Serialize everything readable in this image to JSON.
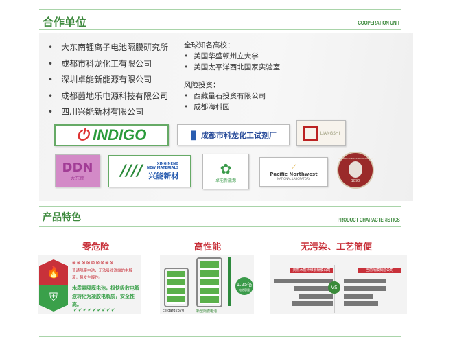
{
  "cooperation": {
    "title": "合作单位",
    "title_en": "COOPERATION UNIT",
    "partners": [
      "大东南锂离子电池隔膜研究所",
      "成都市科龙化工有限公司",
      "深圳卓能新能源有限公司",
      "成都茵地乐电源科技有限公司",
      "四川兴能新材有限公司"
    ],
    "universities_heading": "全球知名高校：",
    "universities": [
      "美国华盛顿州立大学",
      "美国太平洋西北国家实验室"
    ],
    "vc_heading": "风险投资：",
    "vc": [
      "西藏量石投资有限公司",
      "成都海科园"
    ],
    "logos": {
      "indigo": "INDIGO",
      "kelong": "成都市科龙化工试剂厂",
      "liangshi": "LIANGSHI",
      "ddn": "DDN",
      "ddn_cn": "大东南",
      "xingneng_en1": "XING NENG",
      "xingneng_en2": "NEW MATERIALS",
      "xingneng_cn": "兴能新材",
      "zhuoneng": "卓能新能源",
      "pnnl1": "Pacific Northwest",
      "pnnl2": "NATIONAL LABORATORY",
      "wsu": "WASHINGTON STATE UNIVERSITY",
      "wsu_year": "1890"
    }
  },
  "product": {
    "title": "产品特色",
    "title_en": "PRODUCT CHARACTERISTICS",
    "features": [
      {
        "title": "零危险",
        "bad": "普通隔膜电池，无法吸收泄露的电解液，易发生爆炸。",
        "good": "木质素隔膜电池，极快吸收电解液转化为凝胶电解质，安全性高。"
      },
      {
        "title": "高性能",
        "label_a": "celgard2370",
        "label_b": "新型隔膜电池",
        "ratio": "1.25倍",
        "ratio_sub": "电池容量"
      },
      {
        "title": "无污染、工艺简便",
        "left_head": "天然木质纤维素隔膜公司",
        "right_head": "当前隔膜制造公司",
        "vs": "VS"
      }
    ]
  },
  "colors": {
    "green": "#3e8a3e",
    "red": "#c8313a"
  }
}
